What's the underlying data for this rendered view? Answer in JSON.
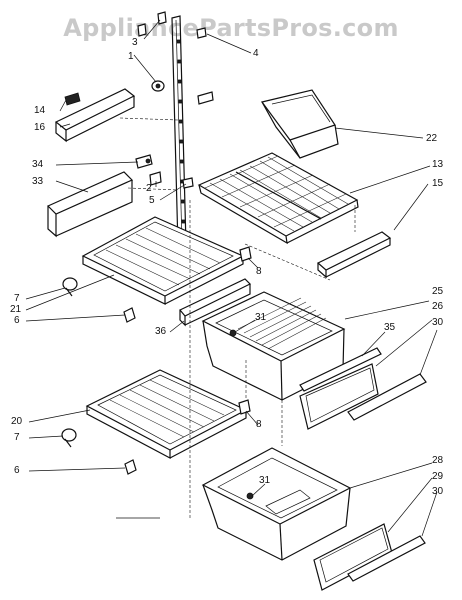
{
  "watermark": "AppliancePartsPros.com",
  "callouts": {
    "c1": "1",
    "c2": "2",
    "c3": "3",
    "c4": "4",
    "c5": "5",
    "c6a": "6",
    "c6b": "6",
    "c7a": "7",
    "c7b": "7",
    "c8a": "8",
    "c8b": "8",
    "c13": "13",
    "c14": "14",
    "c15": "15",
    "c16": "16",
    "c20": "20",
    "c21": "21",
    "c22": "22",
    "c25": "25",
    "c26": "26",
    "c28": "28",
    "c29": "29",
    "c30a": "30",
    "c30b": "30",
    "c31a": "31",
    "c31b": "31",
    "c33": "33",
    "c34": "34",
    "c35": "35",
    "c36": "36"
  }
}
